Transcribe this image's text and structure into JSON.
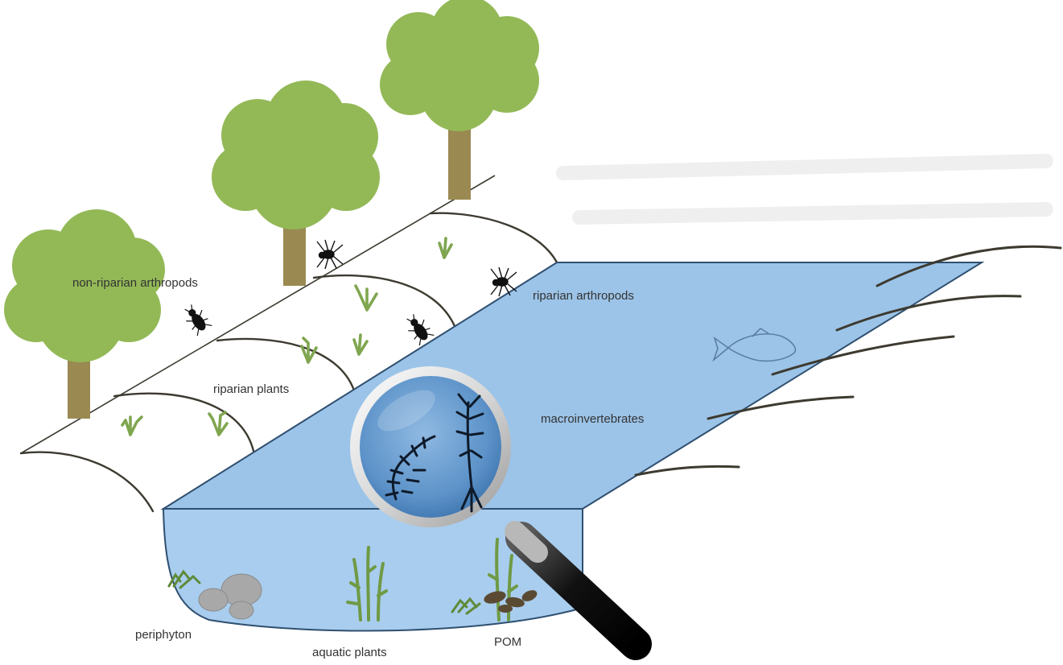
{
  "labels": {
    "non_riparian_arthropods": "non-riparian arthropods",
    "riparian_arthropods": "riparian arthropods",
    "riparian_plants": "riparian plants",
    "macroinvertebrates": "macroinvertebrates",
    "periphyton": "periphyton",
    "aquatic_plants": "aquatic plants",
    "pom": "POM"
  },
  "colors": {
    "water_surface": "#9cc4e8",
    "water_front": "#a9cdee",
    "water_edge": "#2f4f6f",
    "foliage": "#93b957",
    "trunk": "#9a8a52",
    "plants": "#7fa64f",
    "stones": "#a8a8a8",
    "pom": "#5b4a33",
    "bank_lines": "#3d3a30"
  },
  "icons": {
    "magnifier": "magnifying-glass-icon",
    "spider": "spider-icon",
    "beetle": "beetle-icon",
    "fish": "fish-outline-icon",
    "tree": "tree-icon"
  }
}
